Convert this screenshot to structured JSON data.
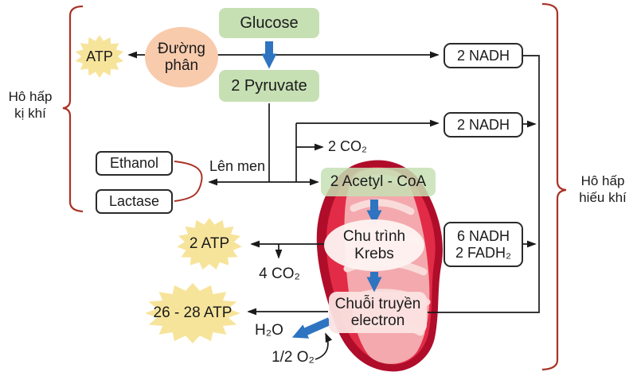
{
  "labels": {
    "anaerobic_line1": "Hô hấp",
    "anaerobic_line2": "kị khí",
    "aerobic_line1": "Hô hấp",
    "aerobic_line2": "hiếu khí",
    "fermentation": "Lên men"
  },
  "nodes": {
    "glucose": "Glucose",
    "pyruvate": "2 Pyruvate",
    "glycolysis_line1": "Đường",
    "glycolysis_line2": "phân",
    "atp_glycolysis": "ATP",
    "nadh_glycolysis": "2 NADH",
    "nadh_pyruvate": "2 NADH",
    "ethanol": "Ethanol",
    "lactase": "Lactase",
    "co2_pyruvate": "2 CO₂",
    "acetyl_coa": "2 Acetyl - CoA",
    "krebs_line1": "Chu trình",
    "krebs_line2": "Krebs",
    "krebs_out_line1": "6 NADH",
    "krebs_out_line2": "2 FADH₂",
    "atp_krebs": "2 ATP",
    "co2_krebs": "4 CO₂",
    "etc_line1": "Chuỗi truyền",
    "etc_line2": "electron",
    "atp_etc": "26 - 28 ATP",
    "water": "H₂O",
    "oxygen": "1/2 O₂"
  },
  "colors": {
    "process_green": "#c6e0b4",
    "glycolysis_peach": "#f8cbad",
    "starburst_yellow": "#f7e49b",
    "arrow_blue": "#2e74c1",
    "bracket_red": "#a93226",
    "mito_outer": "#b00d2b",
    "mito_inner": "#e22c47",
    "mito_band": "#f3a9ad",
    "mito_cristae": "#f9dbda",
    "line_black": "#1a1a1a"
  }
}
